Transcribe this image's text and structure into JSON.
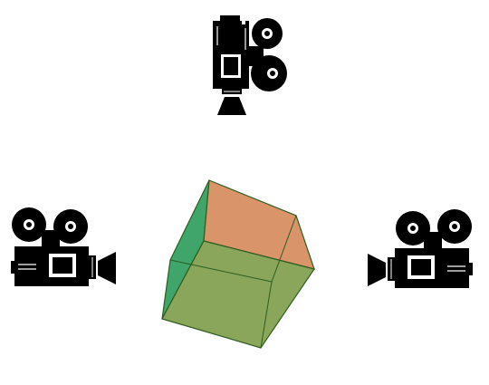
{
  "scene": {
    "background": "#ffffff",
    "ink": "#000000",
    "cube_colors": {
      "left_face": "#3fa56b",
      "top_face": "#d9946a",
      "front_face": "#8aa65a",
      "edge": "#2e5d1e"
    },
    "cameras": [
      {
        "icon": "film-camera-icon",
        "orientation": "top-facing-down"
      },
      {
        "icon": "film-camera-icon",
        "orientation": "left-facing-right"
      },
      {
        "icon": "film-camera-icon",
        "orientation": "right-facing-left"
      }
    ]
  }
}
